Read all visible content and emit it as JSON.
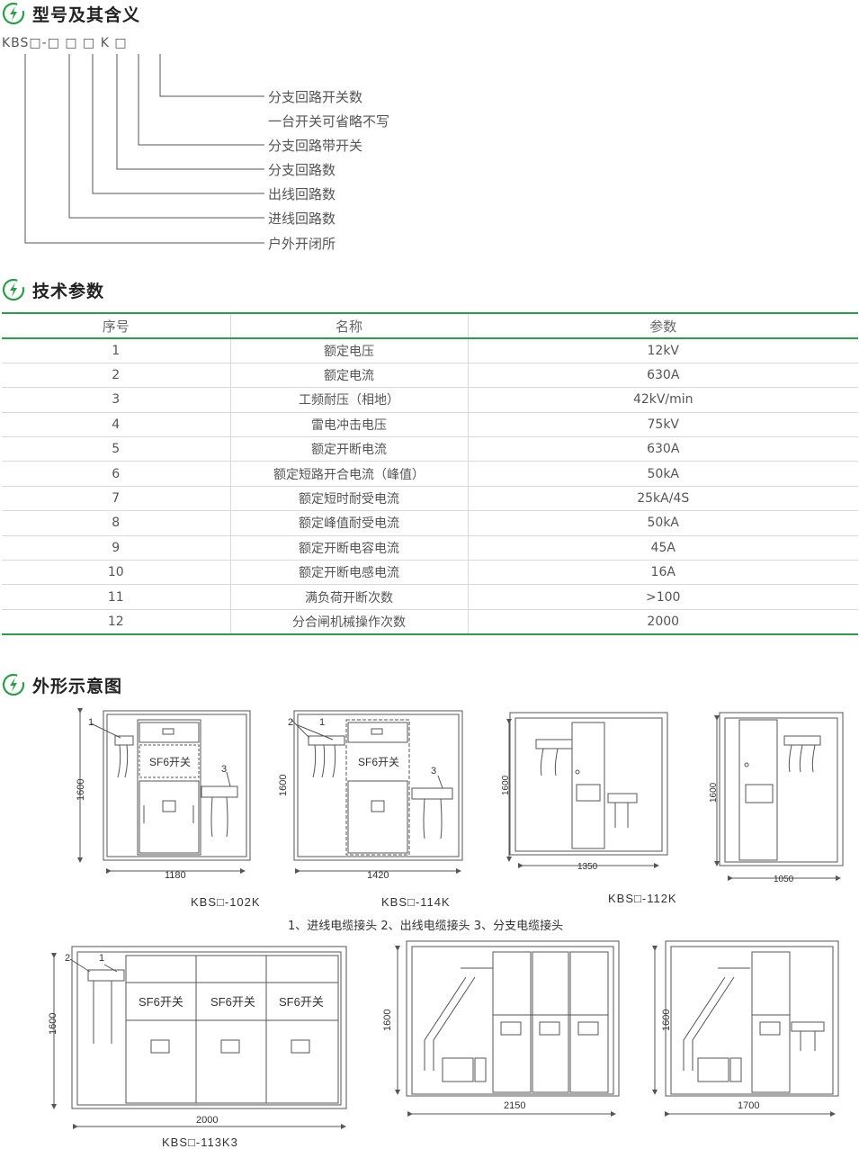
{
  "sections": {
    "model": "型号及其含义",
    "tech": "技术参数",
    "outline": "外形示意图"
  },
  "model_code": "KBS□-□ □ □ K □",
  "legend": [
    "分支回路开关数",
    "一台开关可省略不写",
    "分支回路带开关",
    "分支回路数",
    "出线回路数",
    "进线回路数",
    "户外开闭所"
  ],
  "table": {
    "headers": [
      "序号",
      "名称",
      "参数"
    ],
    "rows": [
      [
        "1",
        "额定电压",
        "12kV"
      ],
      [
        "2",
        "额定电流",
        "630A"
      ],
      [
        "3",
        "工频耐压（相地）",
        "42kV/min"
      ],
      [
        "4",
        "雷电冲击电压",
        "75kV"
      ],
      [
        "5",
        "额定开断电流",
        "630A"
      ],
      [
        "6",
        "额定短路开合电流（峰值）",
        "50kA"
      ],
      [
        "7",
        "额定短时耐受电流",
        "25kA/4S"
      ],
      [
        "8",
        "额定峰值耐受电流",
        "50kA"
      ],
      [
        "9",
        "额定开断电容电流",
        "45A"
      ],
      [
        "10",
        "额定开断电感电流",
        "16A"
      ],
      [
        "11",
        "满负荷开断次数",
        ">100"
      ],
      [
        "12",
        "分合闸机械操作次数",
        "2000"
      ]
    ]
  },
  "drawings": {
    "sf6_label": "SF6开关",
    "height_dim": "1600",
    "marker_1": "1",
    "marker_2": "2",
    "marker_3": "3",
    "widths": [
      "1180",
      "1420",
      "1350",
      "1050",
      "2000",
      "2150",
      "1700"
    ],
    "captions": [
      "KBS□-102K",
      "KBS□-114K",
      "KBS□-112K",
      "KBS□-113K3"
    ],
    "note": "1、进线电缆接头  2、出线电缆接头  3、分支电缆接头"
  },
  "colors": {
    "accent": "#2a9e48",
    "line": "#555555"
  },
  "icons": [
    "lightning-leaf-icon"
  ]
}
